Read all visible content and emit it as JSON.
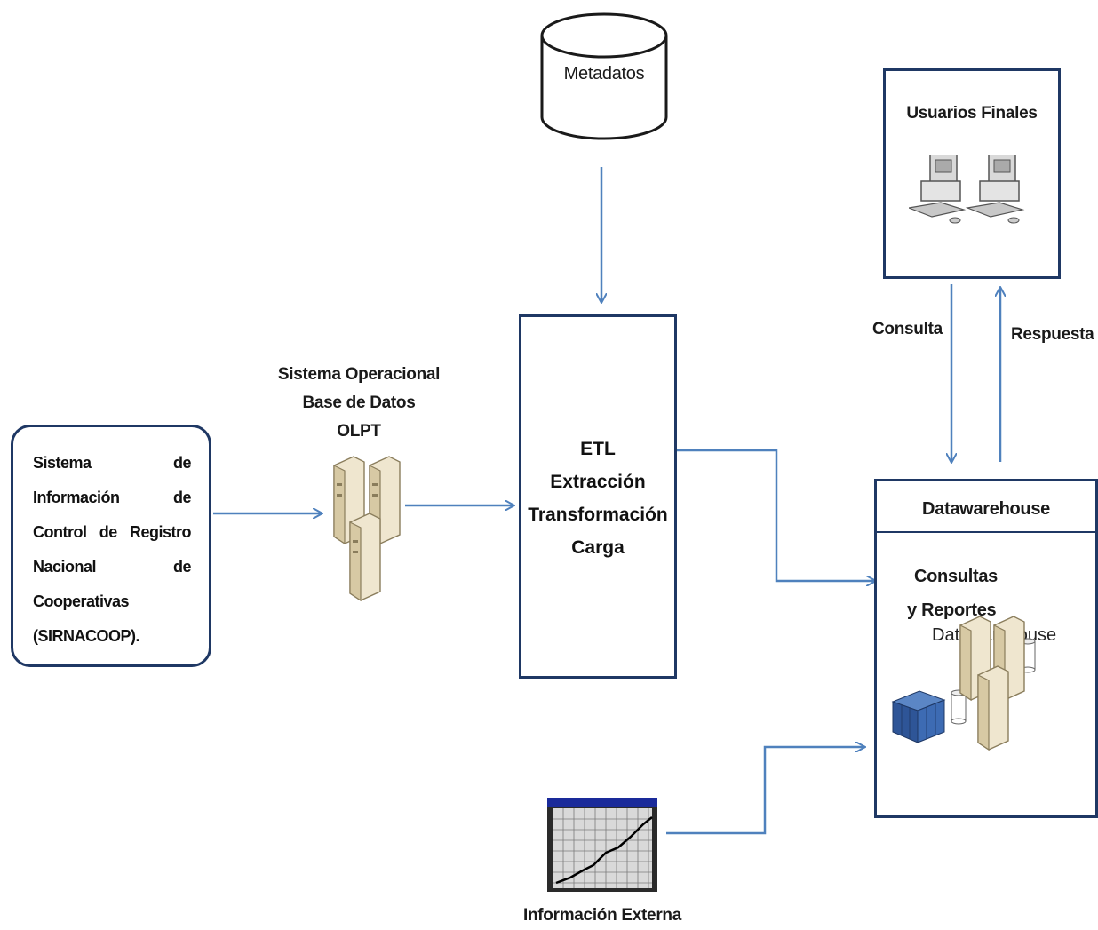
{
  "nodes": {
    "metadatos": {
      "label": "Metadatos"
    },
    "usuarios": {
      "label": "Usuarios Finales"
    },
    "sistema_operacional": {
      "lines": [
        "Sistema Operacional",
        "Base de Datos",
        "OLPT"
      ]
    },
    "fuente": {
      "lines": [
        [
          "Sistema",
          "de"
        ],
        [
          "Información",
          "de"
        ],
        [
          "Control",
          "de",
          "Registro"
        ],
        [
          "Nacional",
          "de"
        ],
        [
          "Cooperativas"
        ],
        [
          "(SIRNACOOP)."
        ]
      ]
    },
    "etl": {
      "lines": [
        "ETL",
        "Extracción",
        "Transformación",
        "Carga"
      ]
    },
    "datawarehouse": {
      "title": "Datawarehouse",
      "content": "Consultas",
      "content2": "y Reportes",
      "overlay": "Datawarehouse"
    },
    "externa": {
      "label": "Información  Externa"
    }
  },
  "edges": {
    "consulta": "Consulta",
    "respuesta": "Respuesta"
  },
  "colors": {
    "arrow": "#4f81bd",
    "border": "#1f3864"
  }
}
